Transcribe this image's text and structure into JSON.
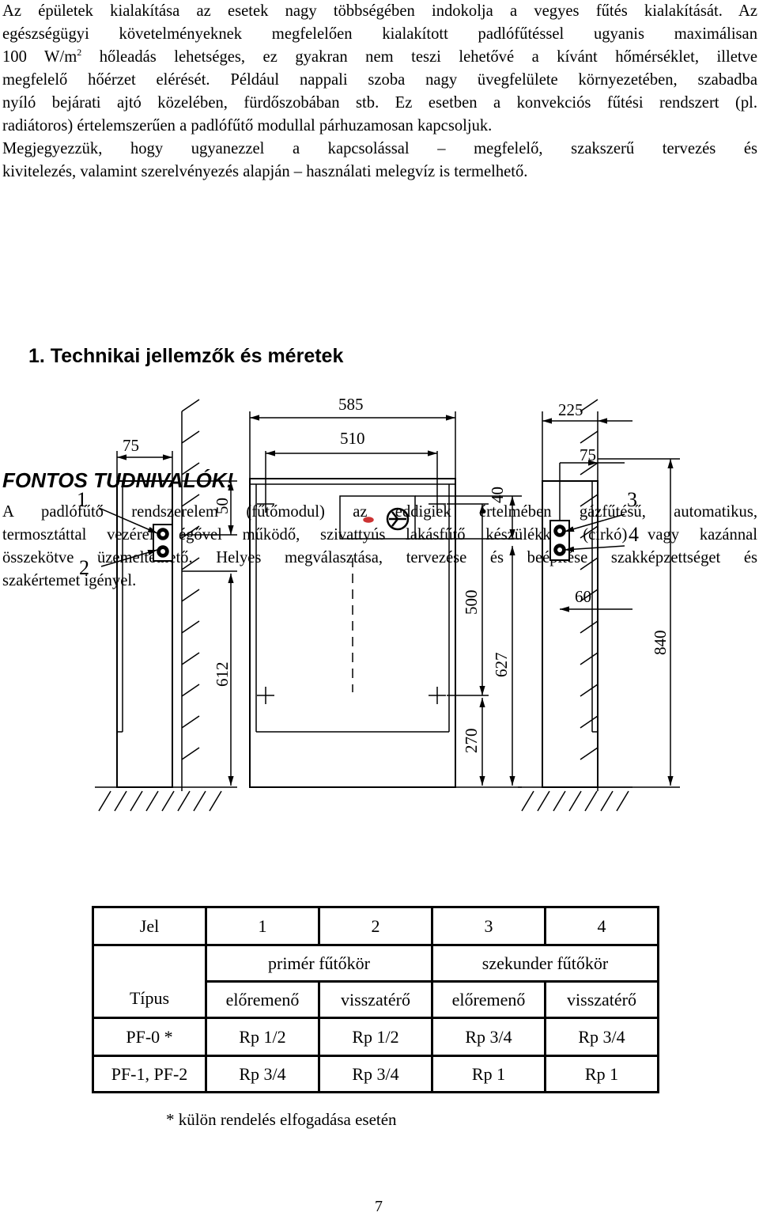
{
  "intro": {
    "lines": [
      "Az épületek kialakítása az esetek nagy többségében indokolja a vegyes fűtés kialakítását. Az",
      "egészségügyi követelményeknek megfelelően kialakított padlófűtéssel ugyanis maximálisan",
      "W/m|2|hőleadás lehetséges, ez gyakran nem teszi lehetővé a kívánt hőmérséklet, illetve",
      "megfelelő hőérzet elérését. Például nappali szoba nagy üvegfelülete környezetében, szabadba",
      "nyíló bejárati ajtó közelében, fürdőszobában stb. Ez esetben a konvekciós fűtési rendszert (pl.",
      "radiátoros) értelemszerűen a padlófűtő modullal párhuzamosan kapcsoljuk.",
      "Megjegyezzük, hogy ugyanezzel a kapcsolással – megfelelő, szakszerű tervezés és",
      "kivitelezés, valamint szerelvényezés alapján – használati melegvíz is termelhető."
    ],
    "line3_number": "100",
    "line3_unit": "W/m",
    "line3_sup": "2",
    "line3_rest": "hőleadás lehetséges, ez gyakran nem teszi lehetővé a kívánt hőmérséklet, illetve"
  },
  "notice": {
    "heading": "FONTOS TUDNIVALÓK!",
    "lines": [
      "A padlófűtő rendszerelem (fűtőmodul) az eddigiek értelmében gázfűtésű, automatikus,",
      "termosztáttal vezérelt égővel működő, szivattyús lakásfűtő készülékkel (cirkó) vagy kazánnal",
      "összekötve üzemeltethető. Helyes megválasztása, tervezése és beépítése szakképzettséget és",
      "szakértemet igényel."
    ]
  },
  "section_title": "1. Technikai jellemzők és méretek",
  "drawing": {
    "dims": {
      "left_depth": "75",
      "left_top_offset": "50",
      "left_height": "612",
      "front_width_outer": "585",
      "front_width_inner": "510",
      "front_top_offset": "40",
      "front_mid_height": "500",
      "front_height": "627",
      "front_bottom": "270",
      "right_depth_outer": "225",
      "right_depth_inner": "75",
      "right_pipe": "60",
      "right_height": "840"
    },
    "callouts": [
      "1",
      "2",
      "3",
      "4"
    ]
  },
  "table": {
    "header_jel": "Jel",
    "header_tipus": "Típus",
    "cols": [
      "1",
      "2",
      "3",
      "4"
    ],
    "group_primary": "primér fűtőkör",
    "group_secondary": "szekunder fűtőkör",
    "sub": [
      "előremenő",
      "visszatérő",
      "előremenő",
      "visszatérő"
    ],
    "rows": [
      {
        "type": "PF-0 *",
        "values": [
          "Rp 1/2",
          "Rp 1/2",
          "Rp 3/4",
          "Rp 3/4"
        ]
      },
      {
        "type": "PF-1, PF-2",
        "values": [
          "Rp 3/4",
          "Rp 3/4",
          "Rp 1",
          "Rp 1"
        ]
      }
    ]
  },
  "footnote": "* külön rendelés elfogadása esetén",
  "page_number": "7"
}
